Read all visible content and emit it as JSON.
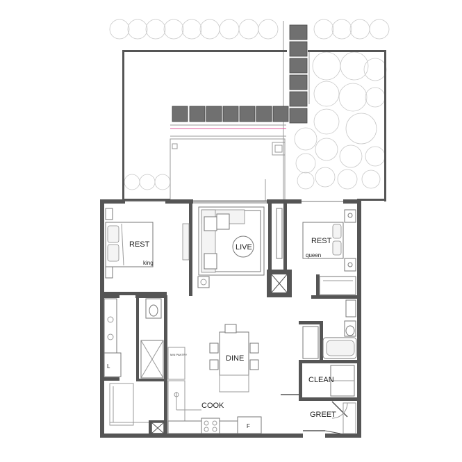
{
  "rooms": {
    "rest_left": "REST",
    "bed_left_size": "king",
    "live": "LIVE",
    "rest_right": "REST",
    "bed_right_size": "queen",
    "dine": "DINE",
    "clean": "CLEAN",
    "cook": "COOK",
    "greet": "GREET",
    "laundry": "L",
    "fridge": "F",
    "pantry": "MIN PANTRY"
  },
  "colors": {
    "wall": "#555555",
    "paver": "#707070",
    "accent_line": "#e0559a"
  }
}
